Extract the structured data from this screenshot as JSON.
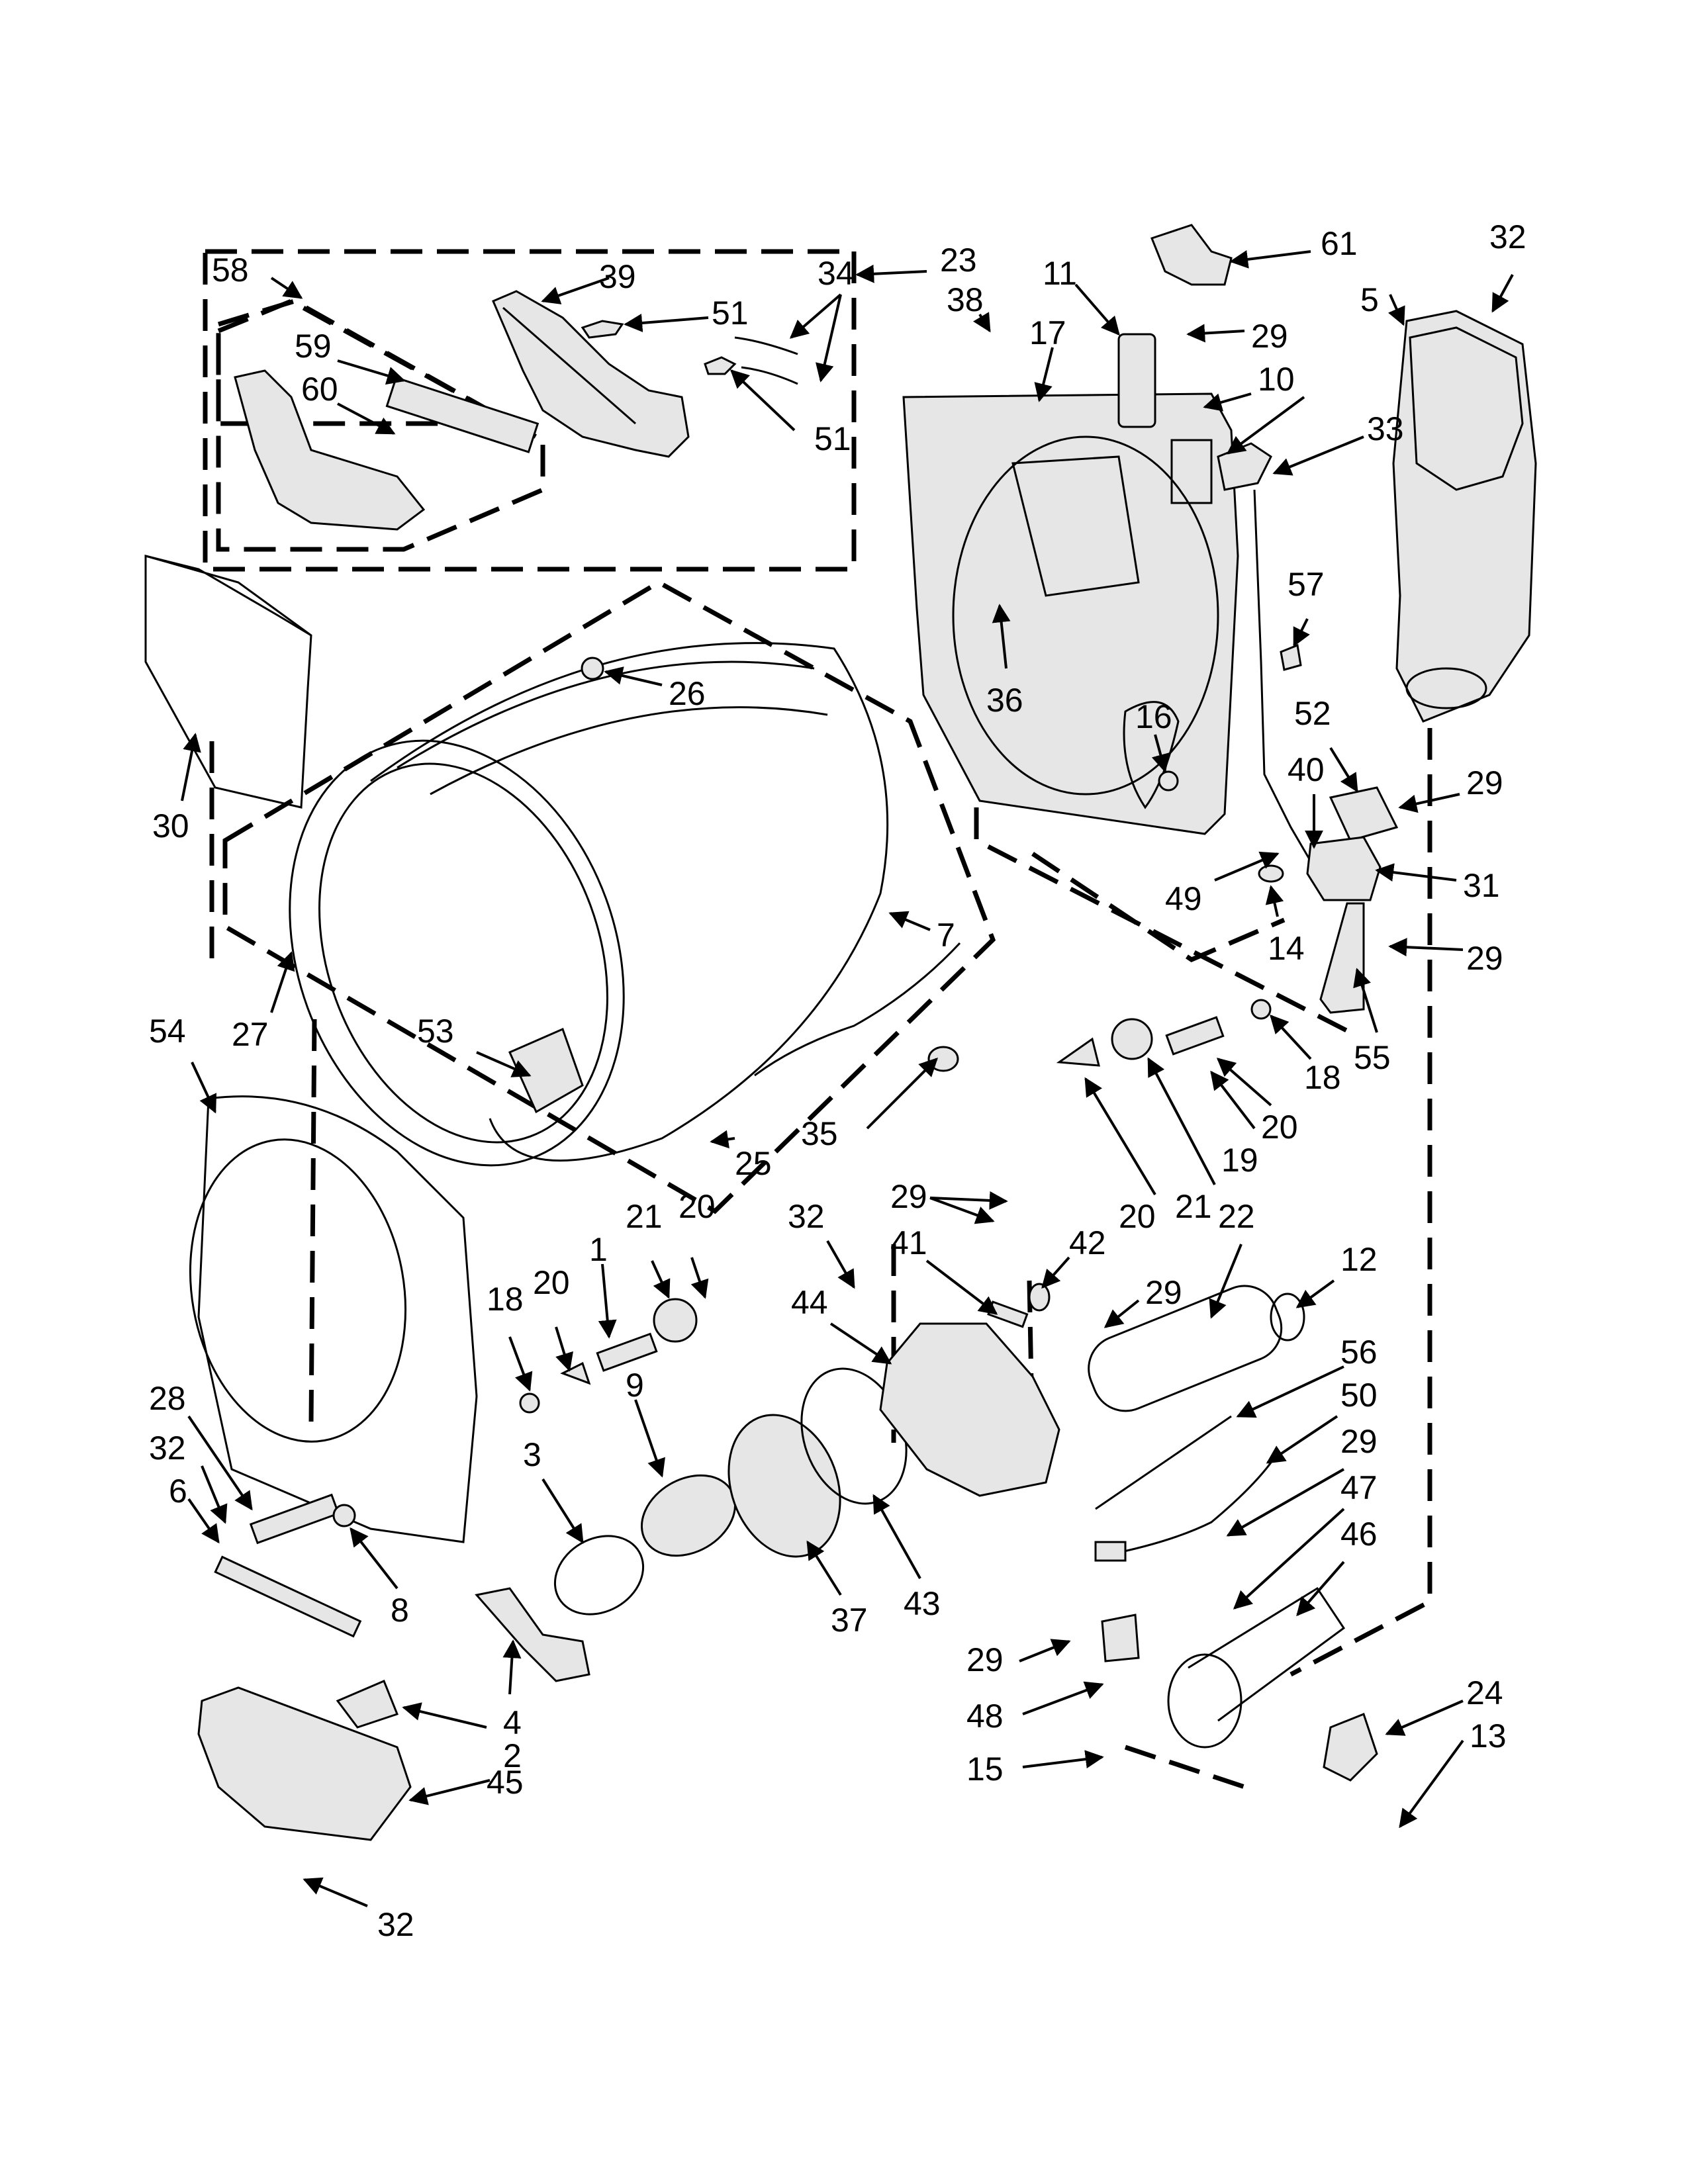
{
  "callouts": [
    "58",
    "59",
    "60",
    "39",
    "51",
    "34",
    "51",
    "23",
    "38",
    "11",
    "17",
    "29",
    "10",
    "61",
    "32",
    "5",
    "33",
    "57",
    "36",
    "16",
    "52",
    "40",
    "29",
    "31",
    "49",
    "14",
    "29",
    "55",
    "26",
    "30",
    "7",
    "27",
    "53",
    "25",
    "54",
    "35",
    "18",
    "20",
    "19",
    "21",
    "20",
    "32",
    "29",
    "41",
    "42",
    "22",
    "12",
    "44",
    "29",
    "56",
    "50",
    "29",
    "47",
    "46",
    "20",
    "21",
    "1",
    "18",
    "20",
    "9",
    "3",
    "37",
    "43",
    "28",
    "32",
    "6",
    "8",
    "4",
    "2",
    "45",
    "32",
    "24",
    "13",
    "29",
    "48",
    "15"
  ]
}
